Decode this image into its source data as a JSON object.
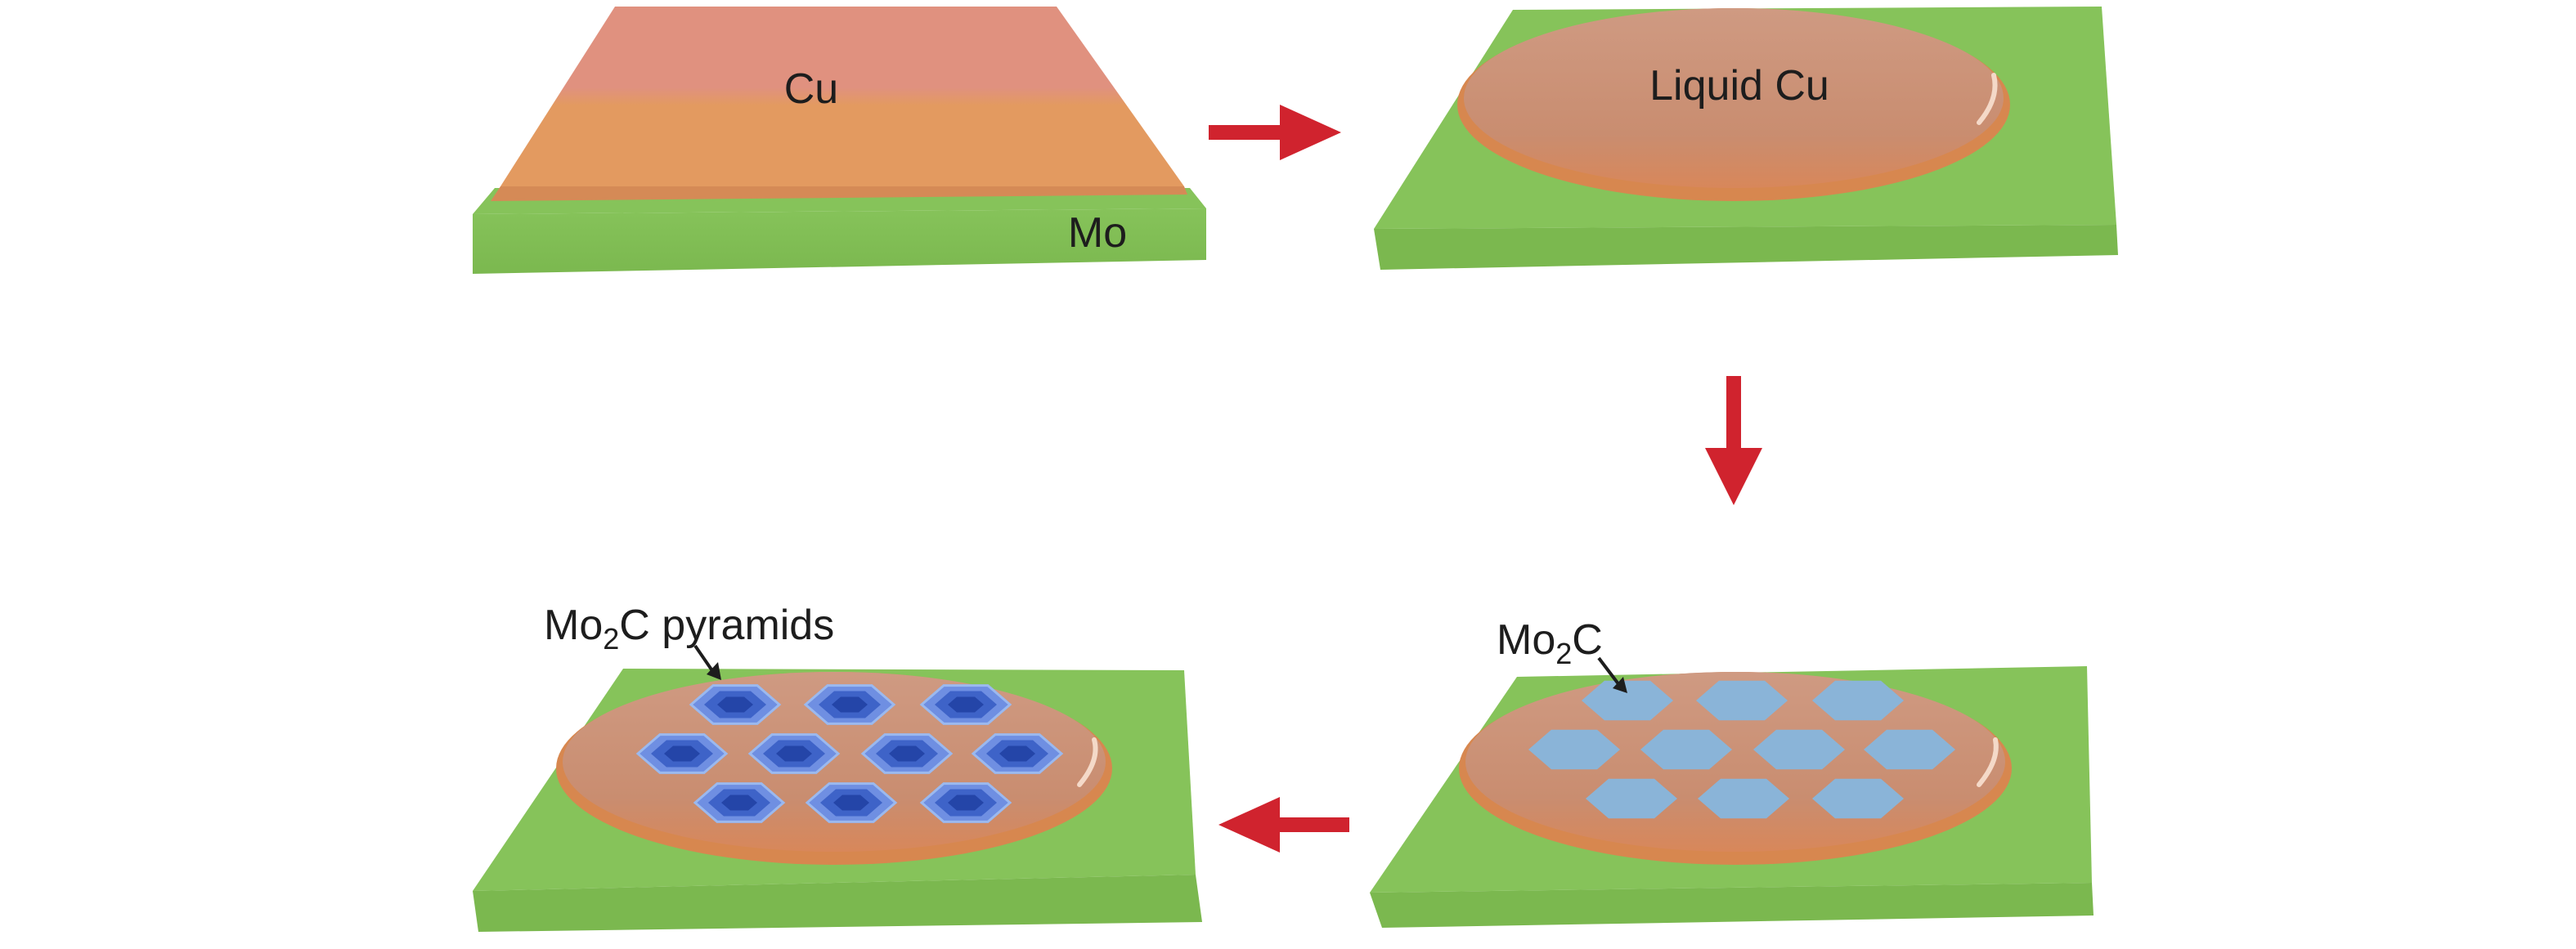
{
  "labels": {
    "cu": "Cu",
    "mo": "Mo",
    "liquid_cu": "Liquid Cu",
    "mo2c_base": "Mo",
    "mo2c_sub": "2",
    "mo2c_tail": "C",
    "pyr_base": "Mo",
    "pyr_sub": "2",
    "pyr_tail": "C pyramids"
  },
  "colors": {
    "mo_green": "#86c35a",
    "mo_green_dark": "#6fae45",
    "cu_top": "#e09583",
    "cu_bottom": "#e49b5f",
    "liquid_cu": "#c98f73",
    "arrow_red": "#d0232e",
    "mo2c_blue": "#8ab4d8",
    "pyramid_light": "#6f8fe2",
    "pyramid_dark": "#2445a8",
    "text_dark": "#1d1d1d"
  }
}
